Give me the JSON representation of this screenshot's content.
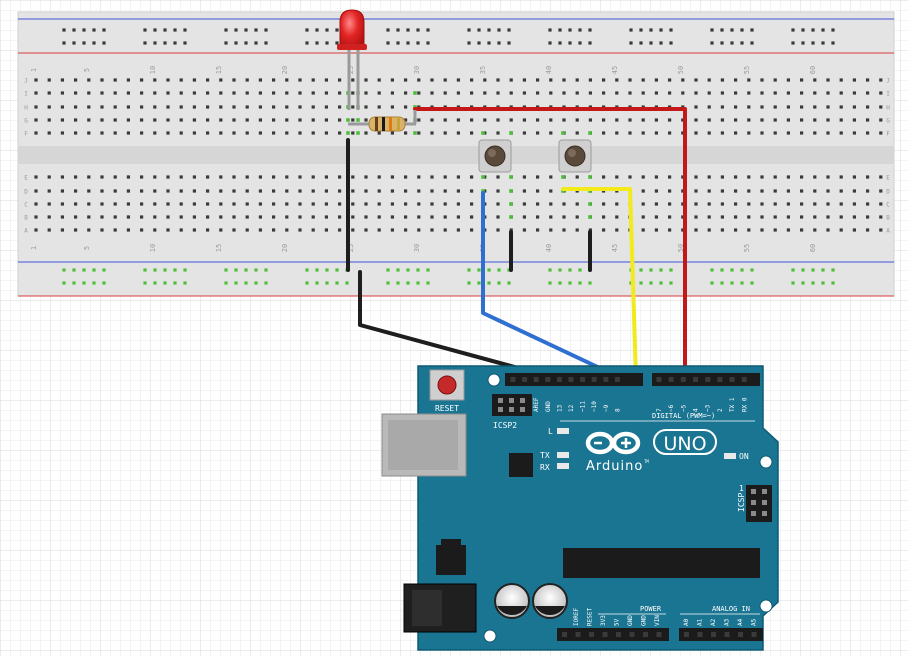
{
  "breadboard": {
    "colors": {
      "body": "#e4e4e4",
      "rail_red": "#d93a3a",
      "rail_blue": "#3d54d6",
      "hole": "#3a3a3a",
      "hole_active": "#4fbf3a"
    },
    "col_labels": [
      "1",
      "5",
      "10",
      "15",
      "20",
      "25",
      "30",
      "35",
      "40",
      "45",
      "50",
      "55",
      "60"
    ],
    "row_labels_top": [
      "J",
      "I",
      "H",
      "G",
      "F"
    ],
    "row_labels_bottom": [
      "E",
      "D",
      "C",
      "B",
      "A"
    ]
  },
  "components": {
    "led": {
      "color": "#e32424",
      "name": "red-led"
    },
    "resistor": {
      "name": "resistor"
    },
    "buttons": [
      "pushbutton-1",
      "pushbutton-2"
    ]
  },
  "wires": {
    "colors": {
      "black": "#1e1e1e",
      "blue": "#2f6fd0",
      "yellow": "#f2ea1a",
      "red": "#c21818"
    }
  },
  "arduino": {
    "board_color": "#1a7592",
    "reset_label": "RESET",
    "icsp2_label": "ICSP2",
    "icsp_label": "ICSP",
    "led_l": "L",
    "led_tx": "TX",
    "led_rx": "RX",
    "on_label": "ON",
    "uno_label": "UNO",
    "brand_label": "Arduino",
    "tm": "TM",
    "digital_label": "DIGITAL (PWM=~)",
    "power_label": "POWER",
    "analog_label": "ANALOG IN",
    "icsp_pin_label": "1",
    "digital_pins_left": [
      "AREF",
      "GND",
      "13",
      "12",
      "~11",
      "~10",
      "~9",
      "8"
    ],
    "digital_pins_right": [
      "7",
      "~6",
      "~5",
      "4",
      "~3",
      "2",
      "TX 1",
      "RX 0"
    ],
    "power_pins": [
      "IOREF",
      "RESET",
      "3V3",
      "5V",
      "GND",
      "GND",
      "VIN"
    ],
    "analog_pins": [
      "A0",
      "A1",
      "A2",
      "A3",
      "A4",
      "A5"
    ]
  }
}
